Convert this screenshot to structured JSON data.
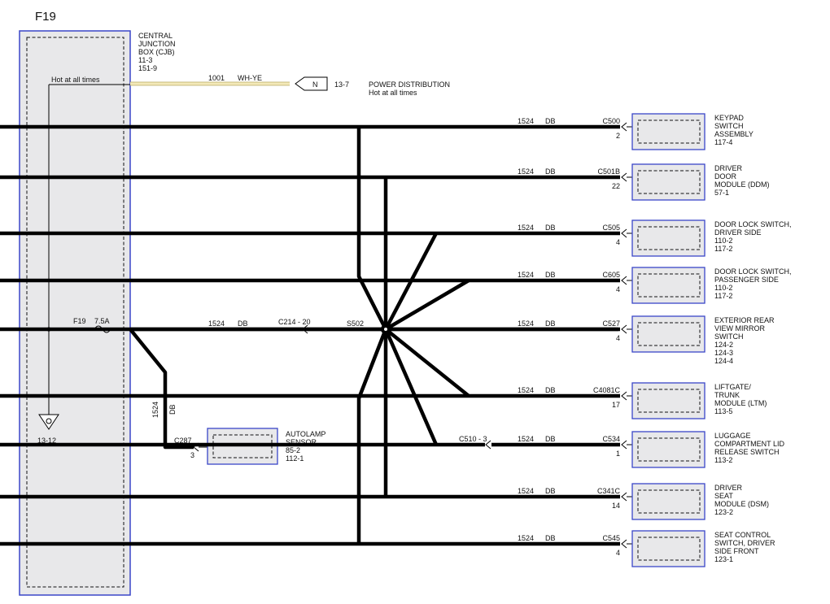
{
  "page_title": "F19",
  "cjb": {
    "lines": [
      "CENTRAL",
      "JUNCTION",
      "BOX (CJB)",
      "11-3",
      "151-9"
    ]
  },
  "hot_label": "Hot at all times",
  "power_wire": {
    "circuit": "1001",
    "color": "WH-YE"
  },
  "n_connector": "N",
  "n_page": "13-7",
  "power_dist": {
    "lines": [
      "POWER DISTRIBUTION",
      "Hot at all times"
    ]
  },
  "fuse": {
    "name": "F19",
    "rating": "7.5A"
  },
  "ground": {
    "page": "13-12"
  },
  "main_wire": {
    "circuit": "1524",
    "color": "DB",
    "connector": "C214 - 20",
    "splice": "S502"
  },
  "autolamp": {
    "wire_circuit": "1524",
    "wire_color": "DB",
    "connector": "C287",
    "pin": "3",
    "lines": [
      "AUTOLAMP",
      "SENSOR",
      "85-2",
      "112-1"
    ]
  },
  "branches": [
    {
      "circuit": "1524",
      "color": "DB",
      "connector": "C500",
      "pin": "2",
      "label": [
        "KEYPAD",
        "SWITCH",
        "ASSEMBLY",
        "117-4"
      ]
    },
    {
      "circuit": "1524",
      "color": "DB",
      "connector": "C501B",
      "pin": "22",
      "label": [
        "DRIVER",
        "DOOR",
        "MODULE (DDM)",
        "57-1"
      ]
    },
    {
      "circuit": "1524",
      "color": "DB",
      "connector": "C505",
      "pin": "4",
      "label": [
        "DOOR LOCK SWITCH,",
        "DRIVER SIDE",
        "110-2",
        "117-2"
      ]
    },
    {
      "circuit": "1524",
      "color": "DB",
      "connector": "C605",
      "pin": "4",
      "label": [
        "DOOR LOCK SWITCH,",
        "PASSENGER SIDE",
        "110-2",
        "117-2"
      ]
    },
    {
      "circuit": "1524",
      "color": "DB",
      "connector": "C527",
      "pin": "4",
      "label": [
        "EXTERIOR REAR",
        "VIEW MIRROR",
        "SWITCH",
        "124-2",
        "124-3",
        "124-4"
      ]
    },
    {
      "circuit": "1524",
      "color": "DB",
      "connector": "C4081C",
      "pin": "17",
      "label": [
        "LIFTGATE/",
        "TRUNK",
        "MODULE (LTM)",
        "113-5"
      ]
    },
    {
      "circuit": "1524",
      "color": "DB",
      "connector": "C534",
      "pin": "1",
      "inline": "C510 - 3",
      "label": [
        "LUGGAGE",
        "COMPARTMENT LID",
        "RELEASE SWITCH",
        "113-2"
      ]
    },
    {
      "circuit": "1524",
      "color": "DB",
      "connector": "C341C",
      "pin": "14",
      "label": [
        "DRIVER",
        "SEAT",
        "MODULE (DSM)",
        "123-2"
      ]
    },
    {
      "circuit": "1524",
      "color": "DB",
      "connector": "C545",
      "pin": "4",
      "label": [
        "SEAT CONTROL",
        "SWITCH, DRIVER",
        "SIDE FRONT",
        "123-1"
      ]
    }
  ]
}
